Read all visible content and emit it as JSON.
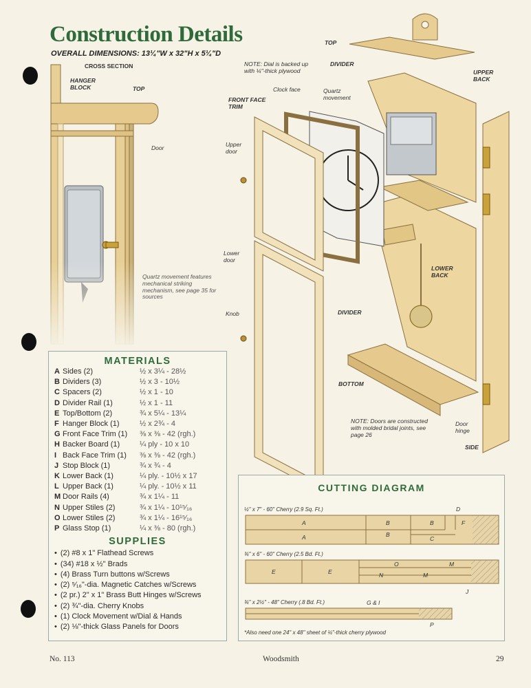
{
  "header": {
    "title": "Construction Details",
    "subtitle": "OVERALL DIMENSIONS: 13¼\"W x 32\"H x 5¼\"D"
  },
  "cross_section": {
    "heading": "CROSS SECTION",
    "hanger_block": "HANGER BLOCK",
    "top": "TOP",
    "door": "Door",
    "note": "Quartz movement features mechanical striking mechanism, see page 35 for sources"
  },
  "exploded": {
    "top": "TOP",
    "divider_top": "DIVIDER",
    "note_dial": "NOTE: Dial is backed up with ¼\"-thick plywood",
    "clock_face": "Clock face",
    "quartz_movement": "Quartz movement",
    "front_face_trim": "FRONT FACE TRIM",
    "upper_back": "UPPER BACK",
    "upper_door": "Upper door",
    "lower_door": "Lower door",
    "lower_back": "LOWER BACK",
    "knob": "Knob",
    "divider_bottom": "DIVIDER",
    "bottom": "BOTTOM",
    "note_doors": "NOTE: Doors are constructed with molded bridal joints, see page 26",
    "door_hinge": "Door hinge",
    "side": "SIDE"
  },
  "materials": {
    "title": "MATERIALS",
    "items": [
      {
        "letter": "A",
        "name": "Sides (2)",
        "size": "½ x 3¼ - 28½"
      },
      {
        "letter": "B",
        "name": "Dividers (3)",
        "size": "½ x 3 - 10½"
      },
      {
        "letter": "C",
        "name": "Spacers (2)",
        "size": "½ x 1 - 10"
      },
      {
        "letter": "D",
        "name": "Divider Rail (1)",
        "size": "½ x 1 - 11"
      },
      {
        "letter": "E",
        "name": "Top/Bottom (2)",
        "size": "¾ x 5¼ - 13¼"
      },
      {
        "letter": "F",
        "name": "Hanger Block (1)",
        "size": "½ x 2¾ - 4"
      },
      {
        "letter": "G",
        "name": "Front Face Trim (1)",
        "size": "⅜ x ⅜ - 42 (rgh.)"
      },
      {
        "letter": "H",
        "name": "Backer Board (1)",
        "size": "¼ ply - 10 x 10"
      },
      {
        "letter": "I",
        "name": "Back Face Trim (1)",
        "size": "⅜ x ⅜ - 42 (rgh.)"
      },
      {
        "letter": "J",
        "name": "Stop Block (1)",
        "size": "¾ x ¾ - 4"
      },
      {
        "letter": "K",
        "name": "Lower Back (1)",
        "size": "¼ ply. - 10½ x 17"
      },
      {
        "letter": "L",
        "name": "Upper Back (1)",
        "size": "¼ ply. - 10½ x 11"
      },
      {
        "letter": "M",
        "name": "Door Rails (4)",
        "size": "¾ x 1¼ - 11"
      },
      {
        "letter": "N",
        "name": "Upper Stiles (2)",
        "size": "¾ x 1¼ - 10¹⁵⁄₁₆"
      },
      {
        "letter": "O",
        "name": "Lower Stiles (2)",
        "size": "¾ x 1¼ - 16¹⁵⁄₁₆"
      },
      {
        "letter": "P",
        "name": "Glass Stop (1)",
        "size": "¼ x ⅜ - 80 (rgh.)"
      }
    ]
  },
  "supplies": {
    "title": "SUPPLIES",
    "items": [
      "(2) #8 x 1\" Flathead Screws",
      "(34) #18 x ½\" Brads",
      "(4) Brass Turn buttons w/Screws",
      "(2) ⁵⁄₁₆\"-dia. Magnetic Catches w/Screws",
      "(2 pr.) 2\" x 1\" Brass Butt Hinges w/Screws",
      "(2) ¾\"-dia. Cherry Knobs",
      "(1) Clock Movement w/Dial & Hands",
      "(2) ⅛\"-thick Glass Panels for Doors"
    ]
  },
  "cutting_diagram": {
    "title": "CUTTING DIAGRAM",
    "boards": [
      {
        "label": "½\" x 7\" - 60\" Cherry (2.9 Sq. Ft.)",
        "pieces": [
          "A",
          "A",
          "B",
          "B",
          "B",
          "C",
          "D",
          "F"
        ]
      },
      {
        "label": "¾\" x 6\" - 60\" Cherry (2.5 Bd. Ft.)",
        "pieces": [
          "E",
          "E",
          "O",
          "N",
          "M",
          "M",
          "J"
        ]
      },
      {
        "label": "¾\" x 2½\" - 48\" Cherry (.8 Bd. Ft.)",
        "pieces": [
          "G & I",
          "P"
        ]
      }
    ],
    "note": "*Also need one 24\" x 48\" sheet of ¼\"-thick cherry plywood"
  },
  "footer": {
    "issue": "No. 113",
    "magazine": "Woodsmith",
    "page": "29"
  },
  "colors": {
    "accent_green": "#2f6b3a",
    "paper": "#f6f2e6",
    "wood": "#e8cf96"
  }
}
